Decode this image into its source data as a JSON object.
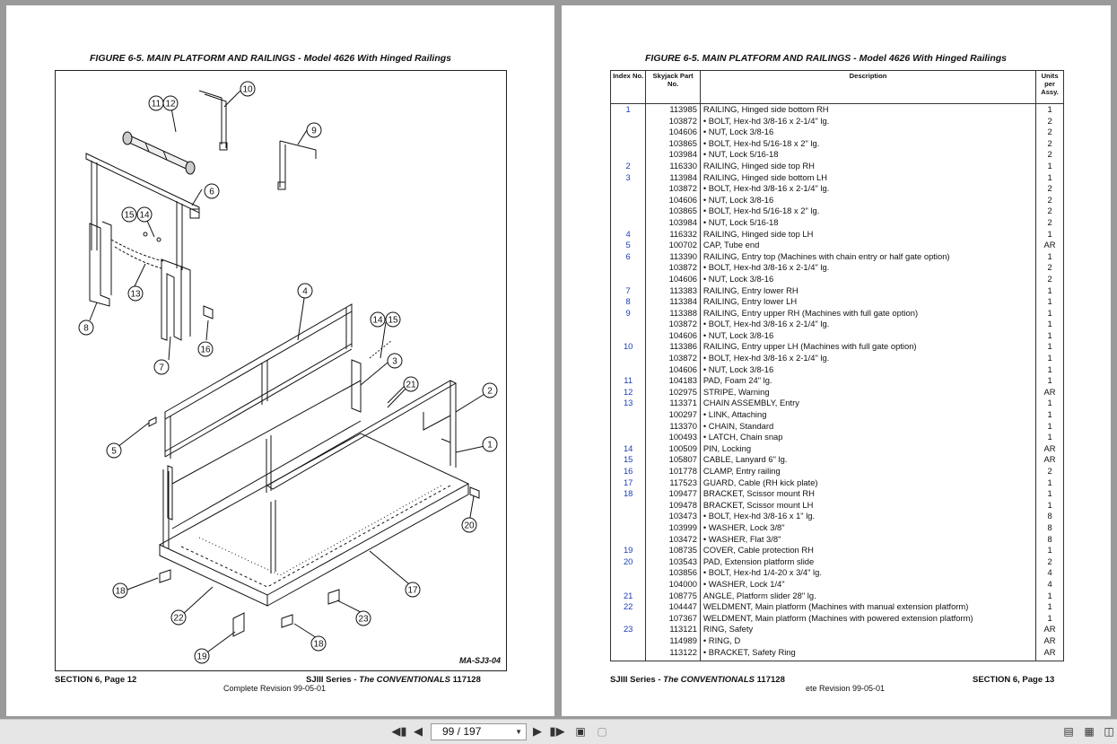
{
  "left_page": {
    "figure_title": "FIGURE 6-5.  MAIN PLATFORM AND RAILINGS - Model 4626 With Hinged Railings",
    "figure_code": "MA-SJ3-04",
    "callouts": [
      "10",
      "11",
      "12",
      "9",
      "6",
      "15",
      "14",
      "13",
      "8",
      "7",
      "16",
      "4",
      "14",
      "15",
      "3",
      "21",
      "2",
      "1",
      "5",
      "20",
      "18",
      "17",
      "22",
      "23",
      "18",
      "19"
    ],
    "footer_left": "SECTION 6, Page 12",
    "footer_series": "SJIII Series - ",
    "footer_series_italic": "The CONVENTIONALS",
    "footer_doc": " 117128",
    "footer_revision": "Complete Revision 99-05-01"
  },
  "right_page": {
    "figure_title": "FIGURE 6-5.  MAIN PLATFORM AND RAILINGS - Model 4626 With Hinged Railings",
    "headers": {
      "index": "Index No.",
      "part": "Skyjack Part No.",
      "desc": "Description",
      "units": "Units per Assy."
    },
    "rows": [
      {
        "i": "1",
        "p": "113985",
        "d": "RAILING, Hinged side bottom RH",
        "u": "1"
      },
      {
        "i": "",
        "p": "103872",
        "d": "•  BOLT, Hex-hd 3/8-16 x 2-1/4\" lg.",
        "u": "2"
      },
      {
        "i": "",
        "p": "104606",
        "d": "•  NUT, Lock 3/8-16",
        "u": "2"
      },
      {
        "i": "",
        "p": "103865",
        "d": "•  BOLT, Hex-hd 5/16-18 x 2\" lg.",
        "u": "2"
      },
      {
        "i": "",
        "p": "103984",
        "d": "•  NUT, Lock 5/16-18",
        "u": "2"
      },
      {
        "i": "2",
        "p": "116330",
        "d": "RAILING, Hinged side top RH",
        "u": "1"
      },
      {
        "i": "3",
        "p": "113984",
        "d": "RAILING, Hinged side bottom LH",
        "u": "1"
      },
      {
        "i": "",
        "p": "103872",
        "d": "•  BOLT, Hex-hd 3/8-16 x 2-1/4\" lg.",
        "u": "2"
      },
      {
        "i": "",
        "p": "104606",
        "d": "•  NUT, Lock 3/8-16",
        "u": "2"
      },
      {
        "i": "",
        "p": "103865",
        "d": "•  BOLT, Hex-hd 5/16-18 x 2\" lg.",
        "u": "2"
      },
      {
        "i": "",
        "p": "103984",
        "d": "•  NUT, Lock 5/16-18",
        "u": "2"
      },
      {
        "i": "4",
        "p": "116332",
        "d": "RAILING, Hinged side top LH",
        "u": "1"
      },
      {
        "i": "5",
        "p": "100702",
        "d": "CAP, Tube end",
        "u": "AR"
      },
      {
        "i": "6",
        "p": "113390",
        "d": "RAILING, Entry top (Machines with chain entry or half gate option)",
        "u": "1"
      },
      {
        "i": "",
        "p": "103872",
        "d": "•  BOLT, Hex-hd 3/8-16 x 2-1/4\" lg.",
        "u": "2"
      },
      {
        "i": "",
        "p": "104606",
        "d": "•  NUT, Lock 3/8-16",
        "u": "2"
      },
      {
        "i": "7",
        "p": "113383",
        "d": "RAILING, Entry lower RH",
        "u": "1"
      },
      {
        "i": "8",
        "p": "113384",
        "d": "RAILING, Entry lower LH",
        "u": "1"
      },
      {
        "i": "9",
        "p": "113388",
        "d": "RAILING, Entry upper RH (Machines with full gate option)",
        "u": "1"
      },
      {
        "i": "",
        "p": "103872",
        "d": "•  BOLT, Hex-hd 3/8-16 x 2-1/4\" lg.",
        "u": "1"
      },
      {
        "i": "",
        "p": "104606",
        "d": "•  NUT, Lock 3/8-16",
        "u": "1"
      },
      {
        "i": "10",
        "p": "113386",
        "d": "RAILING, Entry upper LH (Machines with full gate option)",
        "u": "1"
      },
      {
        "i": "",
        "p": "103872",
        "d": "•  BOLT, Hex-hd 3/8-16 x 2-1/4\" lg.",
        "u": "1"
      },
      {
        "i": "",
        "p": "104606",
        "d": "•  NUT, Lock 3/8-16",
        "u": "1"
      },
      {
        "i": "11",
        "p": "104183",
        "d": "PAD, Foam 24\" lg.",
        "u": "1"
      },
      {
        "i": "12",
        "p": "102975",
        "d": "STRIPE, Warning",
        "u": "AR"
      },
      {
        "i": "13",
        "p": "113371",
        "d": "CHAIN ASSEMBLY, Entry",
        "u": "1"
      },
      {
        "i": "",
        "p": "100297",
        "d": "•  LINK, Attaching",
        "u": "1"
      },
      {
        "i": "",
        "p": "113370",
        "d": "•  CHAIN, Standard",
        "u": "1"
      },
      {
        "i": "",
        "p": "100493",
        "d": "•  LATCH, Chain snap",
        "u": "1"
      },
      {
        "i": "14",
        "p": "100509",
        "d": "PIN, Locking",
        "u": "AR"
      },
      {
        "i": "15",
        "p": "105807",
        "d": "CABLE, Lanyard 6\" lg.",
        "u": "AR"
      },
      {
        "i": "16",
        "p": "101778",
        "d": "CLAMP, Entry railing",
        "u": "2"
      },
      {
        "i": "17",
        "p": "117523",
        "d": "GUARD, Cable (RH kick plate)",
        "u": "1"
      },
      {
        "i": "18",
        "p": "109477",
        "d": "BRACKET, Scissor mount RH",
        "u": "1"
      },
      {
        "i": "",
        "p": "109478",
        "d": "BRACKET, Scissor mount LH",
        "u": "1"
      },
      {
        "i": "",
        "p": "103473",
        "d": "•  BOLT, Hex-hd 3/8-16 x 1\" lg.",
        "u": "8"
      },
      {
        "i": "",
        "p": "103999",
        "d": "•  WASHER, Lock 3/8\"",
        "u": "8"
      },
      {
        "i": "",
        "p": "103472",
        "d": "•  WASHER, Flat 3/8\"",
        "u": "8"
      },
      {
        "i": "19",
        "p": "108735",
        "d": "COVER, Cable protection RH",
        "u": "1"
      },
      {
        "i": "20",
        "p": "103543",
        "d": "PAD, Extension platform slide",
        "u": "2"
      },
      {
        "i": "",
        "p": "103856",
        "d": "•  BOLT, Hex-hd 1/4-20 x 3/4\" lg.",
        "u": "4"
      },
      {
        "i": "",
        "p": "104000",
        "d": "•  WASHER, Lock 1/4\"",
        "u": "4"
      },
      {
        "i": "21",
        "p": "108775",
        "d": "ANGLE, Platform slider 28\" lg.",
        "u": "1"
      },
      {
        "i": "22",
        "p": "104447",
        "d": "WELDMENT, Main platform (Machines with manual extension platform)",
        "u": "1"
      },
      {
        "i": "",
        "p": "107367",
        "d": "WELDMENT, Main platform (Machines with powered extension platform)",
        "u": "1"
      },
      {
        "i": "23",
        "p": "113121",
        "d": "RING, Safety",
        "u": "AR"
      },
      {
        "i": "",
        "p": "114989",
        "d": "•  RING, D",
        "u": "AR"
      },
      {
        "i": "",
        "p": "113122",
        "d": "•  BRACKET, Safety Ring",
        "u": "AR"
      }
    ],
    "footer_series": "SJIII Series - ",
    "footer_series_italic": "The CONVENTIONALS",
    "footer_doc": " 117128",
    "footer_revision": "ete Revision 99-05-01",
    "footer_right": "SECTION 6, Page 13"
  },
  "toolbar": {
    "first_icon": "first-page-icon",
    "prev_icon": "prev-page-icon",
    "page_value": "99 / 197",
    "next_icon": "next-page-icon",
    "last_icon": "last-page-icon"
  }
}
